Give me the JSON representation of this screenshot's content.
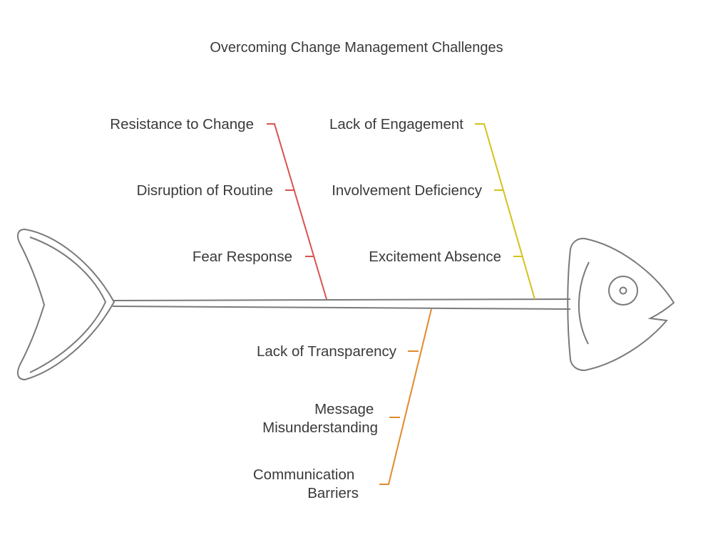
{
  "title": "Overcoming Change Management Challenges",
  "colors": {
    "outline": "#7a7a7a",
    "branch_top_left": "#d9534f",
    "branch_top_right": "#d4c21a",
    "branch_bottom": "#e08a2e"
  },
  "branches": {
    "top_left": [
      "Resistance to Change",
      "Disruption of Routine",
      "Fear Response"
    ],
    "top_right": [
      "Lack of Engagement",
      "Involvement Deficiency",
      "Excitement Absence"
    ],
    "bottom": [
      "Lack of Transparency",
      "Message Misunderstanding",
      "Communication Barriers"
    ]
  }
}
